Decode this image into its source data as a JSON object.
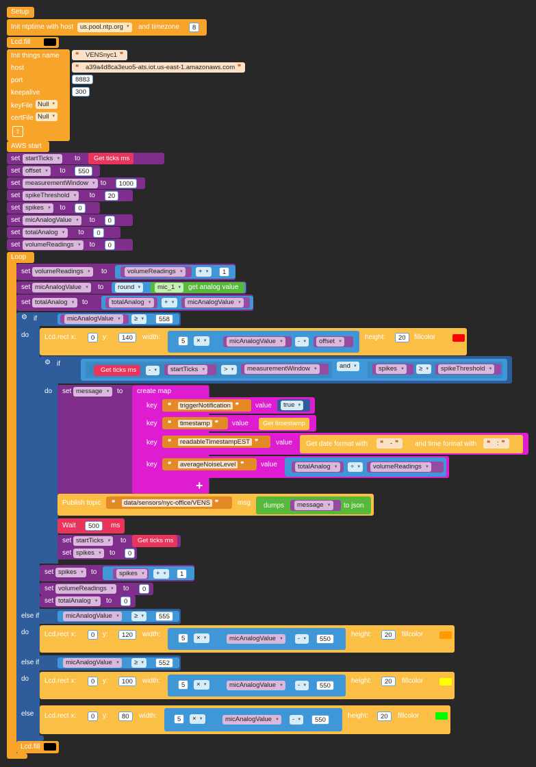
{
  "setup": {
    "header": "Setup",
    "ntp": {
      "label": "Init ntptime with host",
      "host": "us.pool.ntp.org",
      "tz_label": "and timezone",
      "tz": "8"
    },
    "lcd_fill": "Lcd.fill"
  },
  "things": {
    "init_label": "Init things name",
    "name": "VENSnyc1",
    "host_label": "host",
    "host": "a39a4d8ca3euo5-ats.iot.us-east-1.amazonaws.com",
    "port_label": "port",
    "port": "8883",
    "keepalive_label": "keepalive",
    "keepalive": "300",
    "keyfile_label": "keyFile",
    "keyfile": "Null",
    "certfile_label": "certFile",
    "certfile": "Null"
  },
  "aws_start": "AWS start",
  "kw": {
    "set": "set",
    "to": "to",
    "if": "if",
    "do": "do",
    "else_if": "else if",
    "else": "else",
    "loop": "Loop",
    "key": "key",
    "value": "value",
    "and": "and",
    "msg": "msg",
    "wait": "Wait",
    "ms": "ms",
    "height": "height:",
    "fillcolor": "fillcolor",
    "lcd_rect_x": "Lcd.rect x:",
    "y": "y:",
    "width": "width:",
    "plus": "+"
  },
  "setup_sets": [
    {
      "var": "startTicks",
      "value": "Get ticks ms"
    },
    {
      "var": "offset",
      "value": "550"
    },
    {
      "var": "measurementWindow",
      "value": "1000"
    },
    {
      "var": "spikeThreshold",
      "value": "20"
    },
    {
      "var": "spikes",
      "value": "0"
    },
    {
      "var": "micAnalogValue",
      "value": "0"
    },
    {
      "var": "totalAnalog",
      "value": "0"
    },
    {
      "var": "volumeReadings",
      "value": "0"
    }
  ],
  "loop": {
    "set1": {
      "var": "volumeReadings",
      "a": "volumeReadings",
      "op": "+",
      "b": "1"
    },
    "set2": {
      "var": "micAnalogValue",
      "fn": "round",
      "pin": "mic_1",
      "fn2": "get analog value"
    },
    "set3": {
      "var": "totalAnalog",
      "a": "totalAnalog",
      "op": "+",
      "b": "micAnalogValue"
    },
    "if1": {
      "a": "micAnalogValue",
      "op": "≥",
      "b": "558"
    },
    "rect1": {
      "x": "0",
      "y": "140",
      "w1": "5",
      "mul": "×",
      "wa": "micAnalogValue",
      "minus": "-",
      "wb": "offset",
      "h": "20",
      "color": "#ff0000"
    },
    "if2": {
      "fn": "Get ticks ms",
      "minus": "-",
      "b": "startTicks",
      "gt": ">",
      "c": "measurementWindow",
      "and": "and",
      "d": "spikes",
      "ge": "≥",
      "e": "spikeThreshold"
    },
    "msg": {
      "var": "message",
      "create_map": "create map",
      "k1": "triggerNotification",
      "v1": "true",
      "k2": "timestamp",
      "v2": "Get timestamp",
      "k3": "readableTimestampEST",
      "v3_label": "Get date format with",
      "v3_date": "-",
      "v3_time_label": "and time format with",
      "v3_time": ":",
      "k4": "averageNoiseLevel",
      "v4a": "totalAnalog",
      "v4op": "÷",
      "v4b": "volumeReadings"
    },
    "publish": {
      "label": "Publish topic",
      "topic": "data/sensors/nyc-office/VENS",
      "dumps": "dumps",
      "var": "message",
      "to_json": "to json"
    },
    "wait": "500",
    "set_start": {
      "var": "startTicks",
      "value": "Get ticks ms"
    },
    "set_spikes0": {
      "var": "spikes",
      "value": "0"
    },
    "spikes_inc": {
      "var": "spikes",
      "a": "spikes",
      "op": "+",
      "b": "1"
    },
    "reset_vol": {
      "var": "volumeReadings",
      "value": "0"
    },
    "reset_total": {
      "var": "totalAnalog",
      "value": "0"
    },
    "elif1": {
      "a": "micAnalogValue",
      "op": "≥",
      "b": "555"
    },
    "rect2": {
      "x": "0",
      "y": "120",
      "w1": "5",
      "mul": "×",
      "wa": "micAnalogValue",
      "minus": "-",
      "wb": "550",
      "h": "20",
      "color": "#ff9900"
    },
    "elif2": {
      "a": "micAnalogValue",
      "op": "≥",
      "b": "552"
    },
    "rect3": {
      "x": "0",
      "y": "100",
      "w1": "5",
      "mul": "×",
      "wa": "micAnalogValue",
      "minus": "-",
      "wb": "550",
      "h": "20",
      "color": "#ffff00"
    },
    "rect4": {
      "x": "0",
      "y": "80",
      "w1": "5",
      "mul": "×",
      "wa": "micAnalogValue",
      "minus": "-",
      "wb": "550",
      "h": "20",
      "color": "#00ff00"
    },
    "lcd_fill": "Lcd.fill"
  }
}
